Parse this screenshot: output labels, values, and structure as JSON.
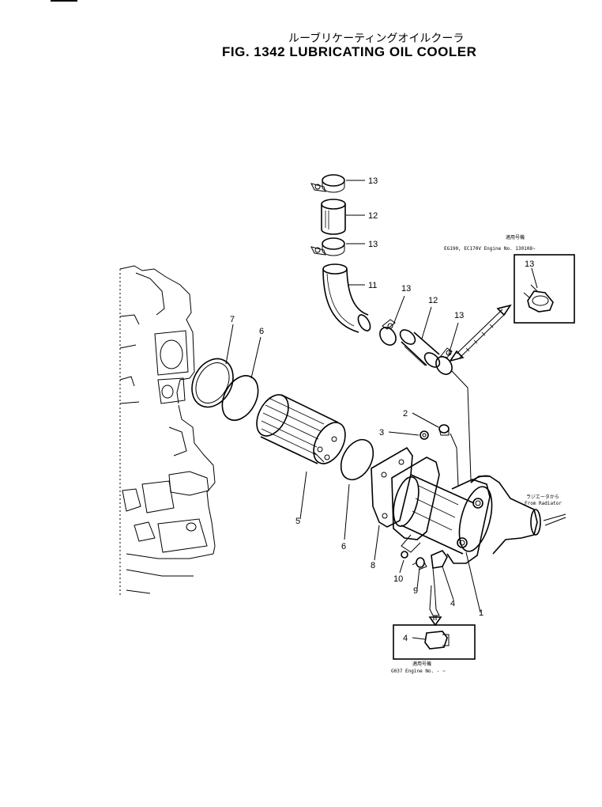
{
  "header": {
    "title_jp": "ルーブリケーティングオイルクーラ",
    "title_en": "FIG. 1342  LUBRICATING OIL COOLER"
  },
  "callouts": {
    "c13a": "13",
    "c12a": "12",
    "c13b": "13",
    "c11": "11",
    "c13c": "13",
    "c12b": "12",
    "c13d": "13",
    "c7": "7",
    "c6a": "6",
    "c5": "5",
    "c6b": "6",
    "c2": "2",
    "c3": "3",
    "c8": "8",
    "c10": "10",
    "c9": "9",
    "c4a": "4",
    "c1": "1",
    "c13box": "13",
    "c4box": "4"
  },
  "notes": {
    "top_box_jp": "適用号機",
    "top_box_serial": "EG190, EC170V  Engine  No.  130108~",
    "radiator_jp": "ラジエータから",
    "radiator_en": "From  Radiator",
    "bottom_box_jp": "適用号機",
    "bottom_box_serial": "G037  Engine  No.    - ~"
  },
  "icons": {
    "arrow_to_box": "double-arrow-icon"
  }
}
